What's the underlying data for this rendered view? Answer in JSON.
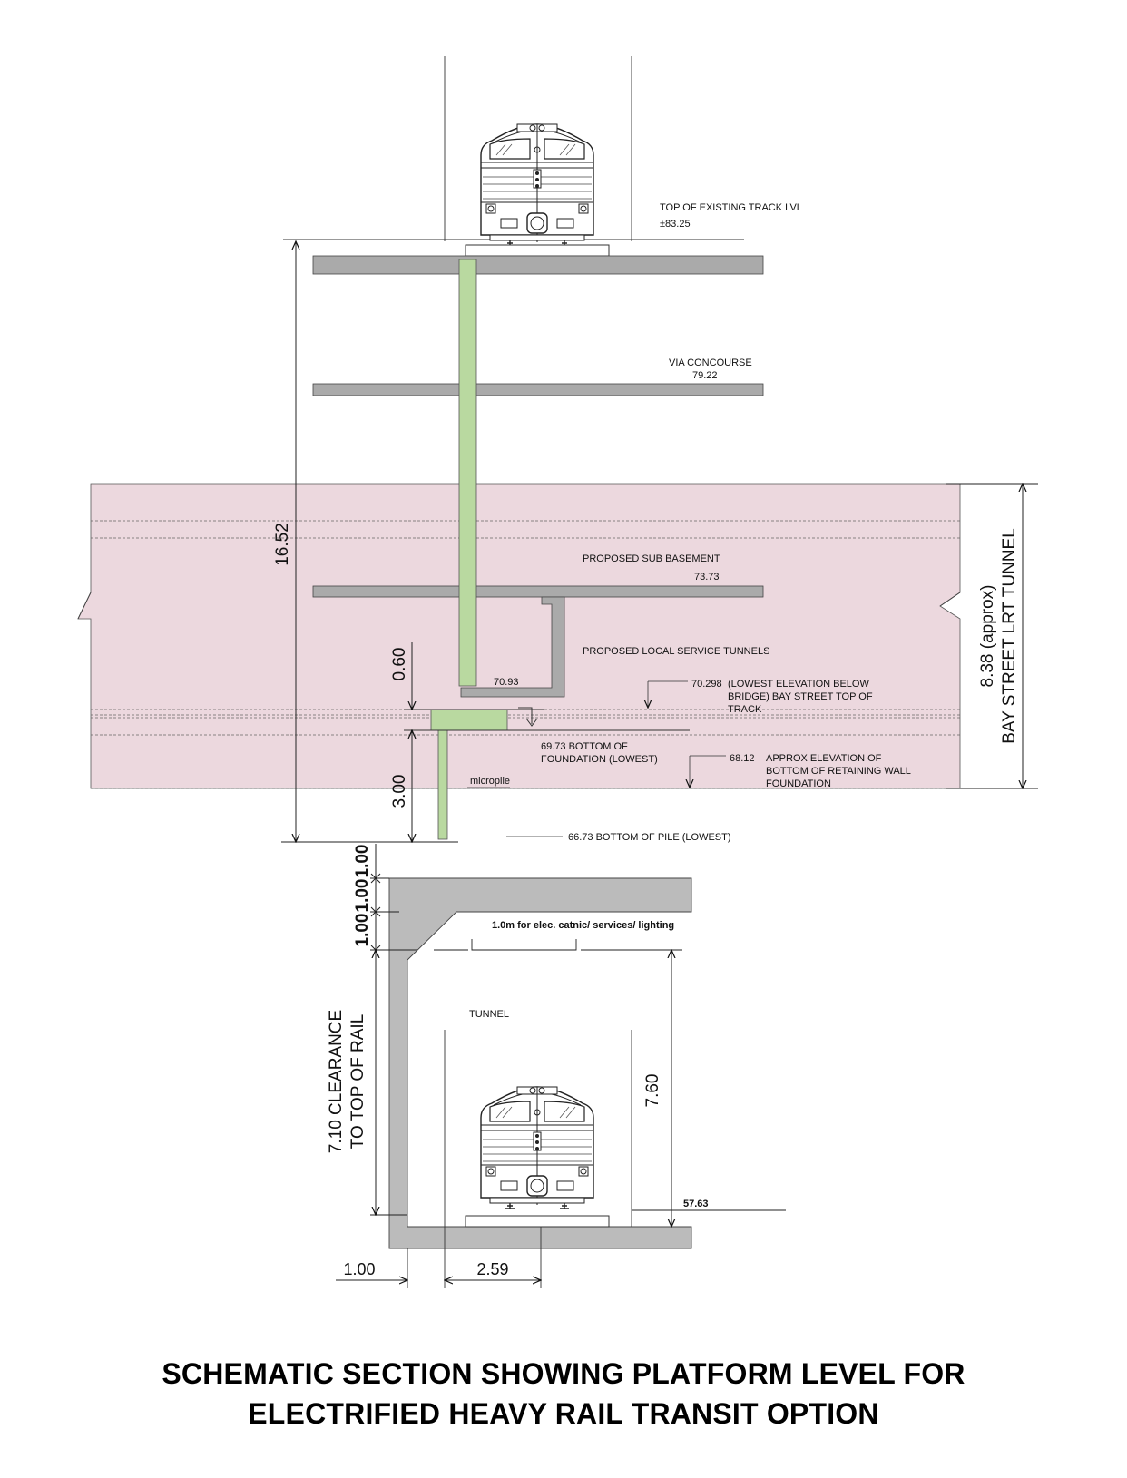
{
  "labels": {
    "top_track": "TOP OF EXISTING TRACK LVL",
    "top_track_elev": "±83.25",
    "via_concourse": "VIA CONCOURSE",
    "via_concourse_elev": "79.22",
    "sub_basement": "PROPOSED SUB BASEMENT",
    "sub_basement_elev": "73.73",
    "service_tunnels": "PROPOSED LOCAL SERVICE TUNNELS",
    "elev_7093": "70.93",
    "lowest_elev_value": "70.298",
    "lowest_elev_line1": "(LOWEST ELEVATION BELOW",
    "lowest_elev_line2": "BRIDGE) BAY STREET TOP OF",
    "lowest_elev_line3": "TRACK",
    "bottom_foundation_line1": "69.73 BOTTOM OF",
    "bottom_foundation_line2": "FOUNDATION (LOWEST)",
    "retaining_value": "68.12",
    "retaining_line1": "APPROX ELEVATION OF",
    "retaining_line2": "BOTTOM OF RETAINING WALL",
    "retaining_line3": "FOUNDATION",
    "micropile": "micropile",
    "bottom_pile": "66.73 BOTTOM OF PILE (LOWEST)",
    "catnic": "1.0m for elec. catnic/ services/ lighting",
    "tunnel": "TUNNEL",
    "rail_level": "57.63"
  },
  "dimensions": {
    "d1652": "16.52",
    "d060": "0.60",
    "d300": "3.00",
    "d838_line1": "8.38 (approx)",
    "d838_line2": "BAY STREET LRT TUNNEL",
    "d100_top": "1.00",
    "d100_mid": "1.00",
    "d100_low": "1.00",
    "clearance_line1": "7.10 CLEARANCE",
    "clearance_line2": "TO TOP OF RAIL",
    "d760": "7.60",
    "d100_bottom": "1.00",
    "d259": "2.59"
  },
  "title": {
    "line1": "SCHEMATIC SECTION SHOWING PLATFORM LEVEL FOR",
    "line2": "ELECTRIFIED HEAVY RAIL TRANSIT OPTION"
  },
  "colors": {
    "slab": "#aaaaaa",
    "column": "#b9d9a0",
    "lrt_zone": "#ecd8de",
    "tunnel_wall": "#bbbbbb"
  }
}
